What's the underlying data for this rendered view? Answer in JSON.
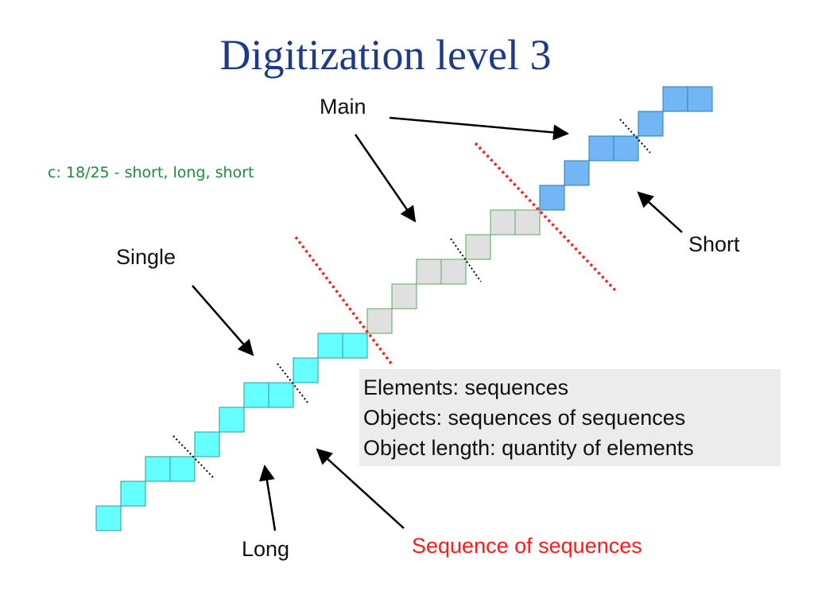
{
  "title": "Digitization level 3",
  "caption": "c: 18/25 - short, long, short",
  "labels": {
    "main": "Main",
    "single": "Single",
    "short": "Short",
    "long": "Long",
    "sequence_of_sequences": "Sequence of sequences"
  },
  "info_lines": [
    "Elements: sequences",
    "Objects: sequences of sequences",
    "Object length: quantity of elements"
  ],
  "colors": {
    "title": "#1f3a86",
    "caption": "#1f8a3a",
    "highlight": "#ff1a1a",
    "cyan_cell": "#66ffff",
    "gray_cell": "#e0e0e0",
    "blue_cell": "#73b6f5",
    "info_box_bg": "#ececec"
  }
}
